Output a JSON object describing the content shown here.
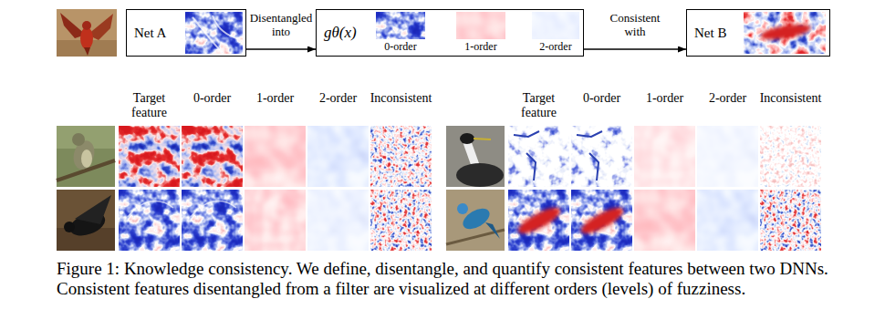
{
  "diagram": {
    "caption": "Figure 1: Knowledge consistency. We define, disentangle, and quantify consistent features between two DNNs. Consistent features disentangled from a filter are visualized at different orders (levels) of fuzziness.",
    "nodes": [
      {
        "text": [
          "Net A"
        ]
      },
      {
        "text": [
          "gθ(x)"
        ]
      },
      {
        "text": [
          "Net B"
        ]
      }
    ],
    "edges": [
      {
        "from": 0,
        "to": 1,
        "arrow": "to",
        "label": "Disentangled into"
      },
      {
        "from": 1,
        "to": 2,
        "arrow": "to",
        "label": "Consistent with"
      }
    ],
    "labels": [
      "0-order",
      "1-order",
      "2-order",
      "Target feature",
      "0-order",
      "1-order",
      "2-order",
      "Inconsistent",
      "Target feature",
      "0-order",
      "1-order",
      "2-order",
      "Inconsistent"
    ]
  }
}
